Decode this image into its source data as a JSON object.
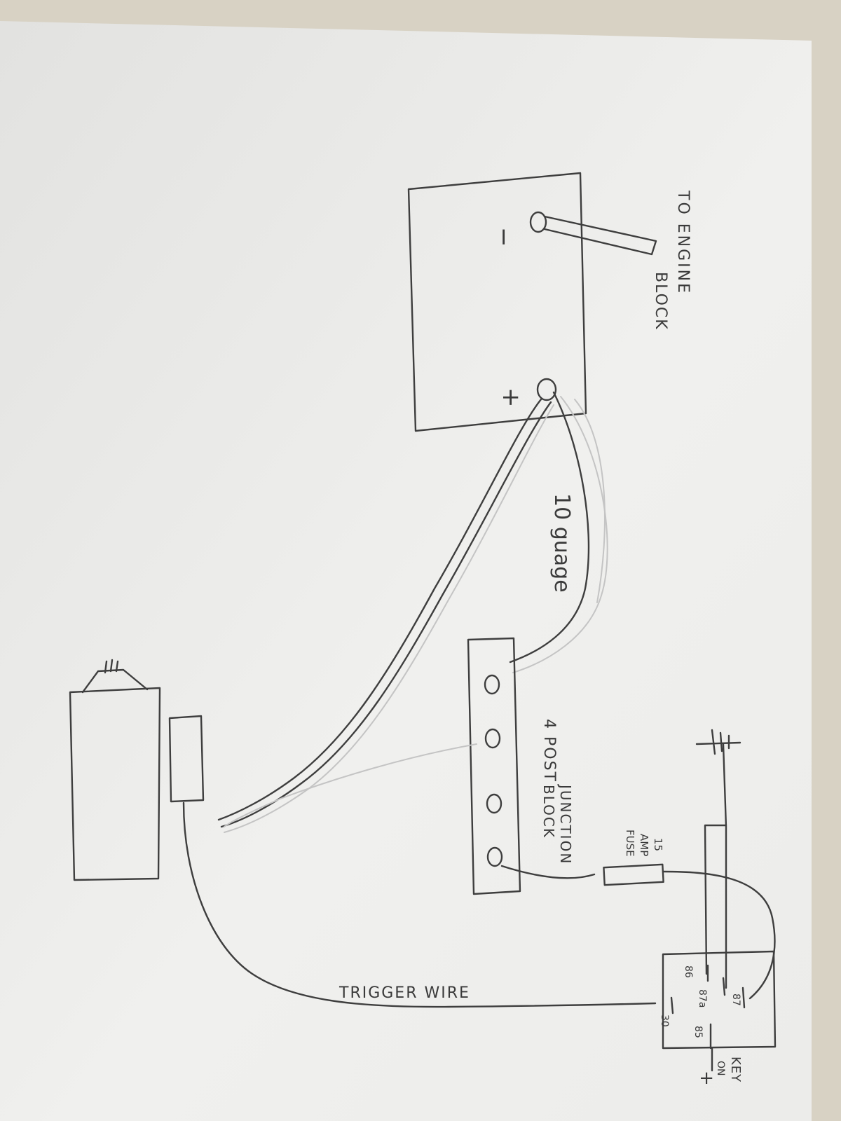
{
  "labels": {
    "to_engine": "TO ENGINE",
    "block": "BLOCK",
    "minus": "−",
    "plus": "+",
    "gauge": "10 guage",
    "four_post": "4 POST",
    "junction": "JUNCTION",
    "junction_block": "BLOCK",
    "fuse_15": "15",
    "fuse_amp": "AMP",
    "fuse_word": "FUSE",
    "trigger": "TRIGGER WIRE",
    "pin_86": "86",
    "pin_87a": "87a",
    "pin_87": "87",
    "pin_85": "85",
    "pin_30": "30",
    "key": "KEY",
    "on": "ON",
    "key_plus": "+"
  }
}
